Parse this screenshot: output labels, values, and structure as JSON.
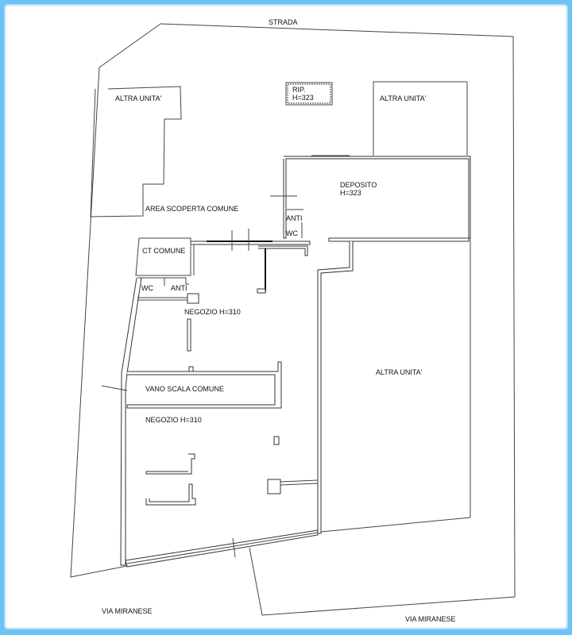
{
  "labels": {
    "street_top": "STRADA",
    "street_bottom_left": "VIA MIRANESE",
    "street_bottom_right": "VIA MIRANESE",
    "other_unit_top_left": "ALTRA UNITA'",
    "other_unit_top_right": "ALTRA UNITA'",
    "other_unit_right": "ALTRA UNITA'",
    "storage_small_name": "RIP.",
    "storage_small_height": "H=323",
    "deposit_name": "DEPOSITO",
    "deposit_height": "H=323",
    "common_area": "AREA SCOPERTA COMUNE",
    "anti_top": "ANTI",
    "wc_top": "WC",
    "ct": "CT COMUNE",
    "wc_shop": "WC",
    "anti_shop": "ANTI",
    "shop_upper": "NEGOZIO H=310",
    "stairs": "VANO SCALA COMUNE",
    "shop_lower": "NEGOZIO H=310"
  }
}
